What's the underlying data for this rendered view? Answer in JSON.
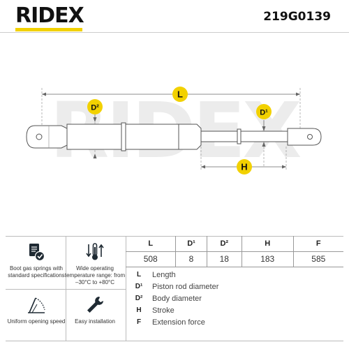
{
  "header": {
    "brand": "RIDEX",
    "part_number": "219G0139"
  },
  "drawing": {
    "watermark": "RIDEX",
    "labels": {
      "length": "L",
      "body_diameter": "D²",
      "rod_diameter": "D¹",
      "stroke": "H"
    },
    "colors": {
      "accent": "#f2d100",
      "badge_text": "#111111",
      "outline": "#555555"
    }
  },
  "features": [
    {
      "icon": "gas-spring-check-icon",
      "label": "Boot gas springs with standard specifications"
    },
    {
      "icon": "thermometer-arrows-icon",
      "label": "Wide operating temperature range: from –30°C to +80°C"
    },
    {
      "icon": "opening-angle-icon",
      "label": "Uniform opening speed"
    },
    {
      "icon": "wrench-icon",
      "label": "Easy installation"
    }
  ],
  "specs": {
    "headers": [
      "L",
      "D¹",
      "D²",
      "H",
      "F"
    ],
    "values": [
      "508",
      "8",
      "18",
      "183",
      "585"
    ]
  },
  "legend": [
    {
      "key": "L",
      "text": "Length"
    },
    {
      "key": "D¹",
      "text": "Piston rod diameter"
    },
    {
      "key": "D²",
      "text": "Body diameter"
    },
    {
      "key": "H",
      "text": "Stroke"
    },
    {
      "key": "F",
      "text": "Extension force"
    }
  ]
}
